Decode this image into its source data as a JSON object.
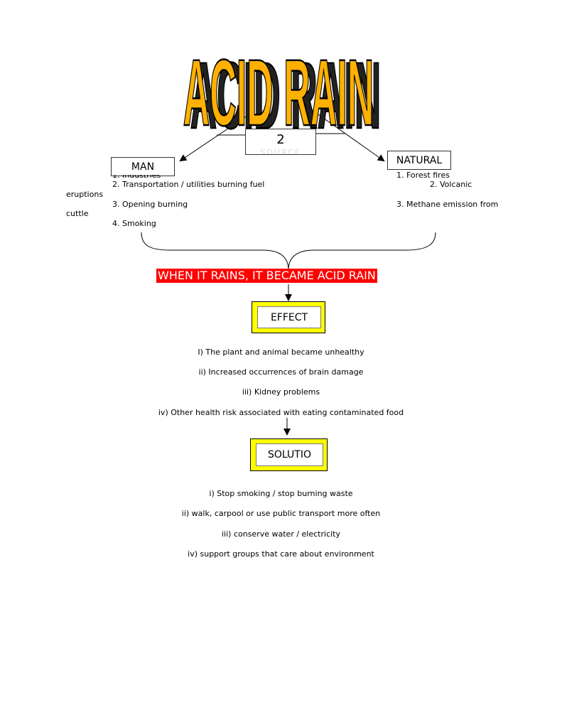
{
  "title": "ACID RAIN",
  "cause_box": {
    "label": "2",
    "hidden_label": "SOURCE"
  },
  "man": {
    "label": "MAN",
    "items": [
      "1. Industries",
      "2. Transportation / utilities burning fuel",
      "eruptions",
      "3. Opening burning",
      "cuttle",
      "4. Smoking"
    ]
  },
  "natural": {
    "label": "NATURAL",
    "items": [
      "1. Forest fires",
      "2. Volcanic",
      "3. Methane emission from"
    ]
  },
  "banner": "WHEN IT RAINS, IT BECAME ACID RAIN",
  "effect": {
    "label": "EFFECT",
    "items": [
      "I) The plant and animal became unhealthy",
      "ii) Increased occurrences of brain damage",
      "iii) Kidney problems",
      "iv) Other health risk associated with eating contaminated food"
    ]
  },
  "solution": {
    "label": "SOLUTIO",
    "items": [
      "i) Stop smoking / stop burning waste",
      "ii) walk, carpool or use public transport more often",
      "iii) conserve water / electricity",
      "iv) support groups that care about environment"
    ]
  },
  "colors": {
    "title_fill": "#ffb000",
    "banner": "#ff0000",
    "box_fill": "#ffff00"
  }
}
